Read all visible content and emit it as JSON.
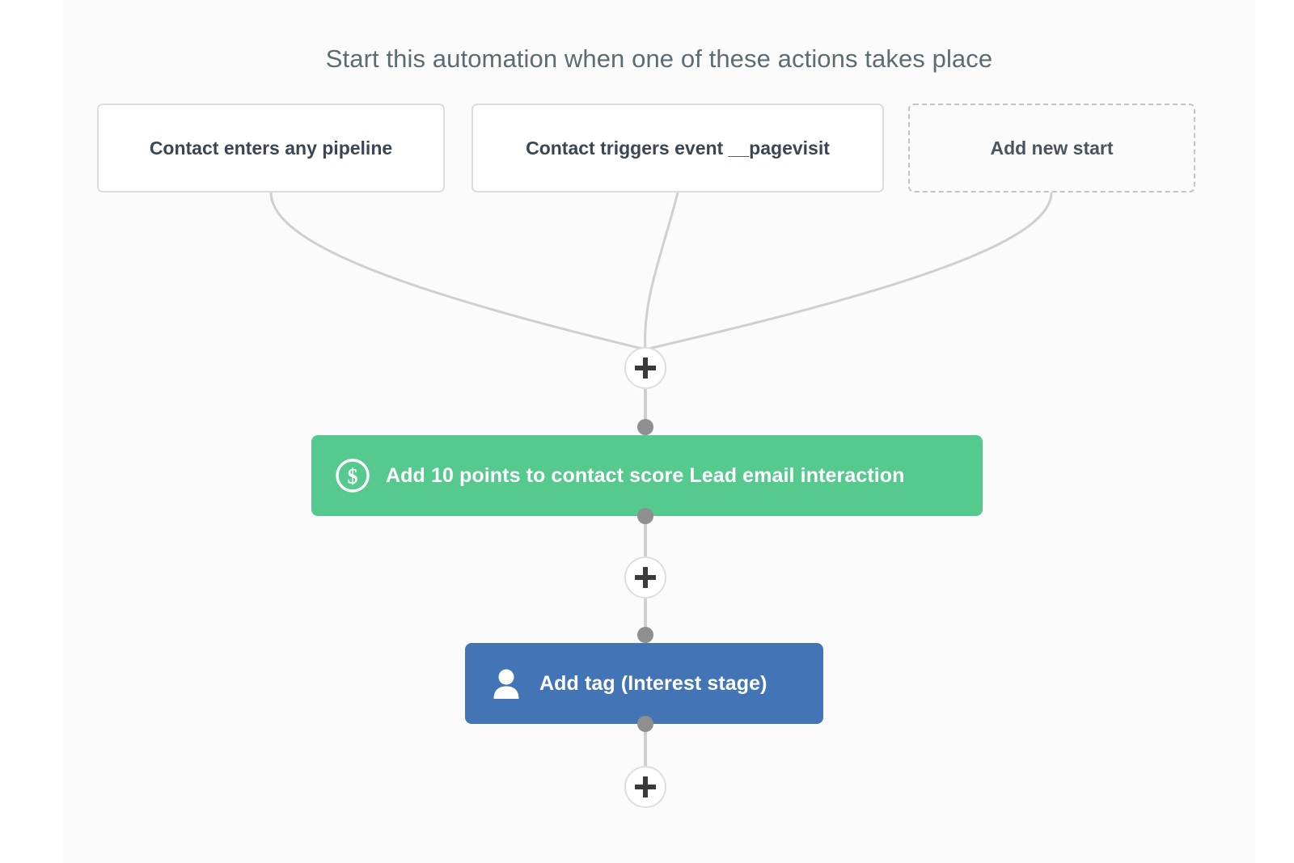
{
  "canvas": {
    "background": "#fbfbfb",
    "page_background": "#ffffff"
  },
  "header": {
    "title": "Start this automation when one of these actions takes place",
    "title_color": "#5d6b73"
  },
  "triggers": [
    {
      "label": "Contact enters any pipeline",
      "style": "solid",
      "name": "trigger-contact-enters-pipeline"
    },
    {
      "label": "Contact triggers event __pagevisit",
      "style": "solid",
      "name": "trigger-contact-triggers-event"
    },
    {
      "label": "Add new start",
      "style": "dashed",
      "name": "add-new-start"
    }
  ],
  "actions": [
    {
      "label": "Add 10 points to contact score Lead email interaction",
      "icon": "dollar-circle-icon",
      "color": "#56c98e",
      "points": 10,
      "score_name": "Lead email interaction"
    },
    {
      "label": "Add tag (Interest stage)",
      "icon": "person-icon",
      "color": "#4375b6",
      "tag_name": "Interest stage"
    }
  ],
  "add_step_buttons": [
    {
      "icon": "plus-icon",
      "label": "+"
    },
    {
      "icon": "plus-icon",
      "label": "+"
    },
    {
      "icon": "plus-icon",
      "label": "+"
    }
  ],
  "connectors": {
    "line_color": "#cfcfcf",
    "dot_color": "#8f8f8f"
  }
}
